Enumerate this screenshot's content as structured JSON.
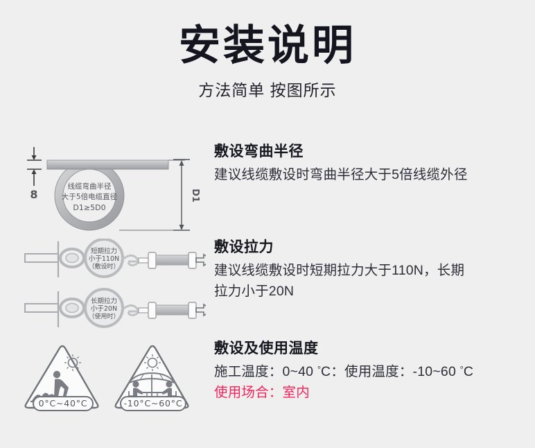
{
  "header": {
    "title": "安装说明",
    "subtitle": "方法简单  按图所示"
  },
  "colors": {
    "background": "#efefef",
    "heading": "#16161f",
    "body": "#2d2d38",
    "accent_pink": "#f4255d",
    "diagram_line": "#6f7278",
    "diagram_fill": "#bdbfc2"
  },
  "sections": [
    {
      "id": "bending-radius",
      "title": "敷设弯曲半径",
      "body": "建议线缆敷设时弯曲半径大于5倍线缆外径",
      "figure": {
        "name": "cable-bend-radius-diagram",
        "loop_label_line1": "线缆弯曲半径",
        "loop_label_line2": "大于5倍电缆直径",
        "loop_label_line3": "D1≥5D0",
        "thickness_label": "8",
        "diameter_label": "D1"
      }
    },
    {
      "id": "pulling-force",
      "title": "敷设拉力",
      "body_line1": "建议线缆敷设时短期拉力大于110N，长期",
      "body_line2": "拉力小于20N",
      "figure": {
        "name": "cable-pulling-force-diagram",
        "short_term": {
          "line1": "短期拉力",
          "line2": "小于110N",
          "line3": "（敷设时）"
        },
        "long_term": {
          "line1": "长期拉力",
          "line2": "小于20N",
          "line3": "（使用时）"
        }
      }
    },
    {
      "id": "temperature",
      "title": "敷设及使用温度",
      "body_prefix1": "施工温度：0~40 ",
      "body_deg1": "°",
      "body_mid1": "C：使用温度：-10~60 ",
      "body_deg2": "°",
      "body_suffix": "C",
      "note": "使用场合：室内",
      "figure": {
        "name": "temperature-range-signs",
        "sign_install": {
          "icon": "construction-worker-icon",
          "label": "0°C~40°C"
        },
        "sign_use": {
          "icon": "parasol-table-people-icon",
          "label": "-10°C~60°C"
        }
      }
    }
  ]
}
